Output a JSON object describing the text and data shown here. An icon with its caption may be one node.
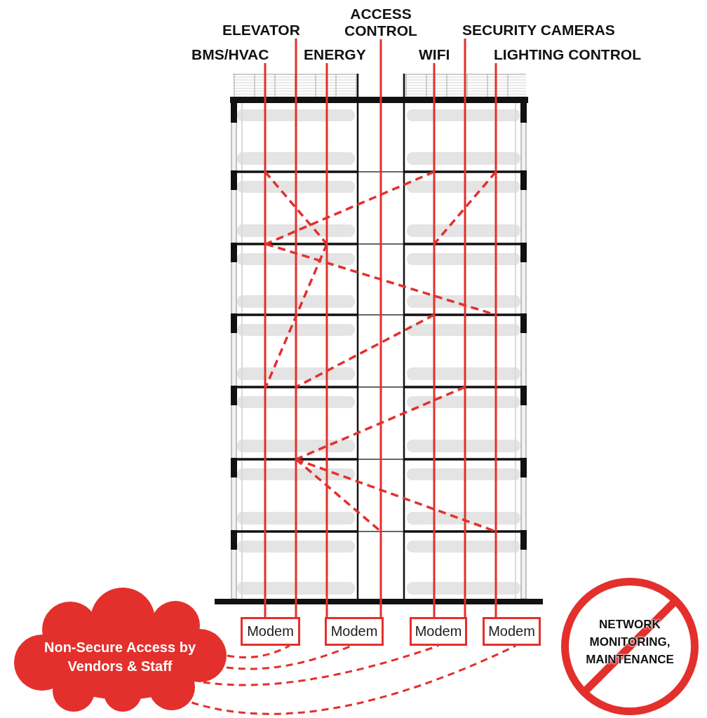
{
  "diagram": {
    "nodes": [
      {
        "text": [
          "BMS/HVAC"
        ]
      },
      {
        "text": [
          "ELEVATOR"
        ]
      },
      {
        "text": [
          "ENERGY"
        ]
      },
      {
        "text": [
          "ACCESS CONTROL"
        ]
      },
      {
        "text": [
          "WIFI"
        ]
      },
      {
        "text": [
          "SECURITY CAMERAS"
        ]
      },
      {
        "text": [
          "LIGHTING CONTROL"
        ]
      },
      {
        "text": [
          "Modem"
        ]
      },
      {
        "text": [
          "Modem"
        ]
      },
      {
        "text": [
          "Modem"
        ]
      },
      {
        "text": [
          "Modem"
        ]
      },
      {
        "text": [
          "Non-Secure Access by Vendors & Staff"
        ]
      },
      {
        "text": [
          "NETWORK MONITORING, MAINTENANCE"
        ]
      }
    ],
    "edges": [
      {
        "from": 0,
        "to": 7,
        "arrow": "none"
      },
      {
        "from": 1,
        "to": 7,
        "arrow": "none"
      },
      {
        "from": 2,
        "to": 8,
        "arrow": "none"
      },
      {
        "from": 3,
        "to": 8,
        "arrow": "none"
      },
      {
        "from": 4,
        "to": 9,
        "arrow": "none"
      },
      {
        "from": 5,
        "to": 9,
        "arrow": "none"
      },
      {
        "from": 6,
        "to": 10,
        "arrow": "none"
      },
      {
        "from": 11,
        "to": 7,
        "arrow": "none",
        "style": "dashed"
      },
      {
        "from": 11,
        "to": 8,
        "arrow": "none",
        "style": "dashed"
      },
      {
        "from": 11,
        "to": 9,
        "arrow": "none",
        "style": "dashed"
      },
      {
        "from": 11,
        "to": 10,
        "arrow": "none",
        "style": "dashed"
      }
    ]
  }
}
